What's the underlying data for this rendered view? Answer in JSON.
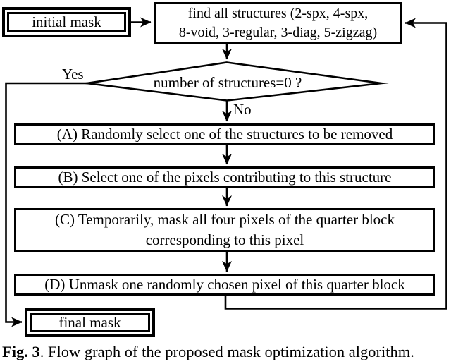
{
  "figure": {
    "colors": {
      "ink": "#000000",
      "background": "#ffffff"
    },
    "nodes": {
      "initial_mask": {
        "label": "initial mask"
      },
      "find_structures": {
        "lines": [
          "find all structures (2-spx, 4-spx,",
          "8-void, 3-regular, 3-diag, 5-zigzag)"
        ]
      },
      "decision": {
        "label": "number of structures=0 ?"
      },
      "step_a": {
        "label": "(A) Randomly select one of the structures to be removed"
      },
      "step_b": {
        "label": "(B) Select one of the pixels contributing to this structure"
      },
      "step_c": {
        "lines": [
          "(C) Temporarily, mask all four pixels of the quarter block",
          "corresponding to this pixel"
        ]
      },
      "step_d": {
        "label": "(D) Unmask one randomly chosen pixel of this quarter block"
      },
      "final_mask": {
        "label": "final mask"
      }
    },
    "edge_labels": {
      "yes": "Yes",
      "no": "No"
    },
    "caption": {
      "tag": "Fig. 3",
      "text": ". Flow graph of the proposed mask optimization algorithm."
    }
  }
}
